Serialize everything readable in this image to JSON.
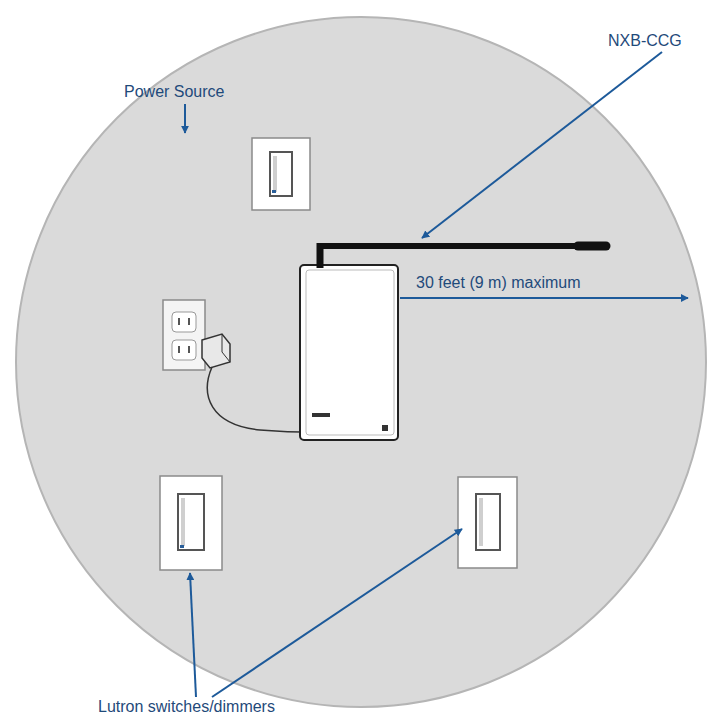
{
  "diagram": {
    "labels": [
      "NXB-CCG",
      "Power Source",
      "30 feet (9 m) maximum",
      "Lutron switches/dimmers"
    ]
  }
}
